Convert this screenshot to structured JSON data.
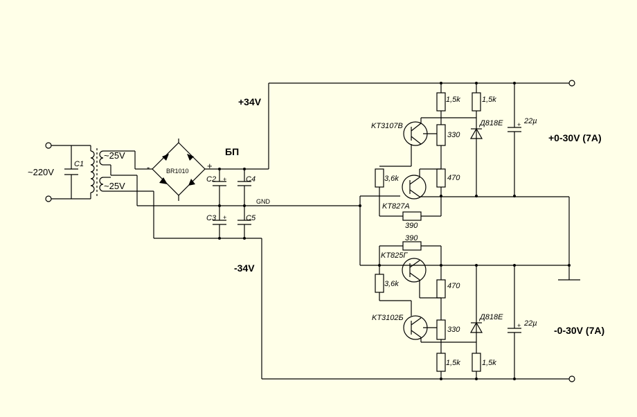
{
  "labels": {
    "ac_in": "~220V",
    "c1": "C1",
    "sec_top": "~25V",
    "sec_bot": "~25V",
    "bridge": "BR1010",
    "bridge_plus": "+",
    "bridge_minus": "-",
    "block": "БП",
    "plus34": "+34V",
    "minus34": "-34V",
    "c2": "C2",
    "c3": "C3",
    "c4": "C4",
    "c5": "C5",
    "cap_plus": "+",
    "gnd": "GND",
    "r_top_15a": "1,5k",
    "r_top_15b": "1,5k",
    "q1": "KT3107B",
    "r_pot_top": "330",
    "zener_top": "Д818Е",
    "cap_top": "22µ",
    "out_pos": "+0-30V (7A)",
    "r36_top": "3,6k",
    "r470_top": "470",
    "q2": "KT827A",
    "r390_top": "390",
    "r390_bot": "390",
    "q3": "KT825Г",
    "r36_bot": "3,6k",
    "r470_bot": "470",
    "q4": "KT3102Б",
    "zener_bot": "Д818Е",
    "cap_bot": "22µ",
    "r_pot_bot": "330",
    "out_neg": "-0-30V (7A)",
    "r_bot_15a": "1,5k",
    "r_bot_15b": "1,5k"
  }
}
